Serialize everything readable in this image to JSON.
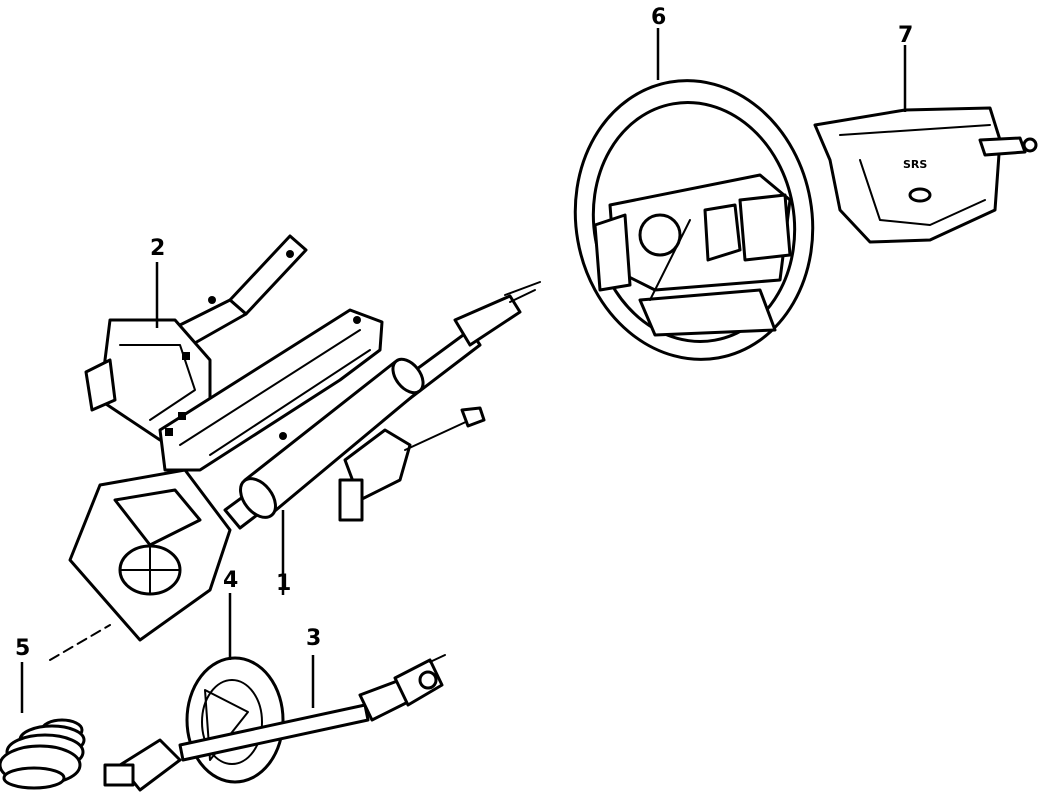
{
  "callouts": {
    "c1": "1",
    "c2": "2",
    "c3": "3",
    "c4": "4",
    "c5": "5",
    "c6": "6",
    "c7": "7"
  },
  "airbag_label": "SRS"
}
